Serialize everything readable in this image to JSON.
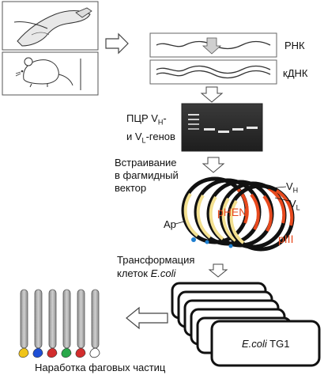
{
  "labels": {
    "rna": "РНК",
    "cdna": "кДНК",
    "pcr_line1": "ПЦР V",
    "pcr_sub_h": "H",
    "pcr_dash": "-",
    "pcr_line2_pre": "и V",
    "pcr_sub_l": "L",
    "pcr_line2_post": "-генов",
    "insert_line1": "Встраивание",
    "insert_line2": "в фагмидный",
    "insert_line3": "вектор",
    "vh_main": "V",
    "vh_sub": "H",
    "vl_main": "V",
    "vl_sub": "L",
    "ap": "Ap",
    "phen": "pHEN",
    "piii": "pIII",
    "transform_line1": "Трансформация",
    "transform_line2_pre": "клеток ",
    "transform_line2_italic": "E.coli",
    "ecoli_italic": "E.coli",
    "ecoli_rest": " TG1",
    "phage_caption": "Наработка фаговых частиц"
  },
  "colors": {
    "accent_red": "#e8491d",
    "ring_yellow": "#f3e08f",
    "ring_black": "#111111",
    "gel_dark": "#2b2b2b",
    "phage_grey": "#a9a9a9",
    "phage_head_colors": [
      "#f0c419",
      "#1e4fd6",
      "#d22d2d",
      "#2aa84a",
      "#d22d2d",
      "#ffffff"
    ]
  }
}
